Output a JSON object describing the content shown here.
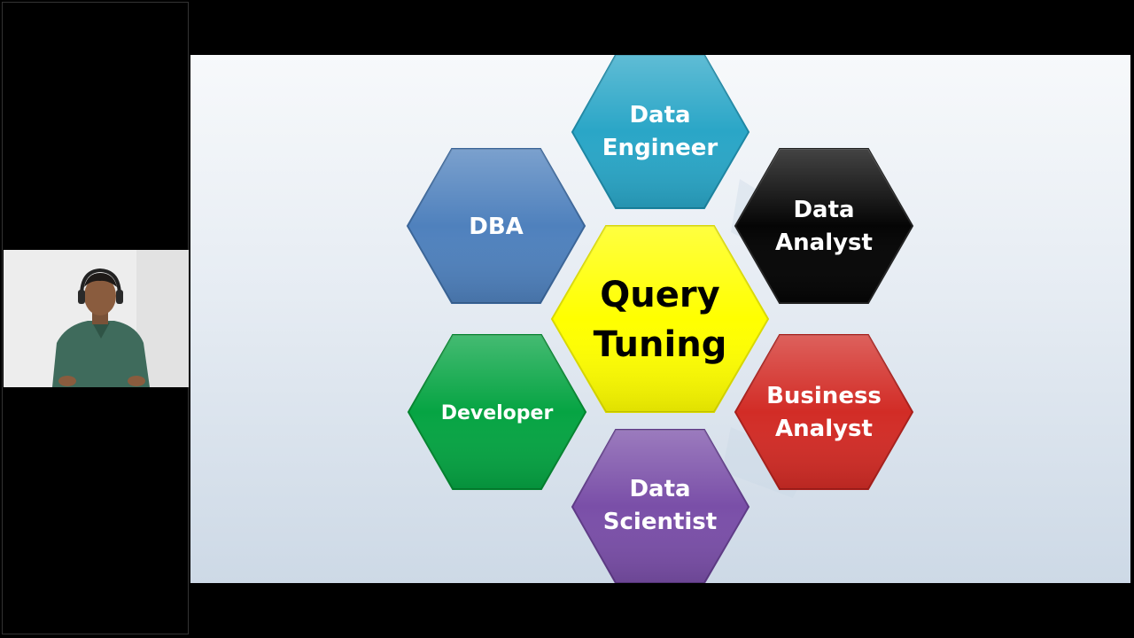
{
  "presenter": {
    "name_hidden": ""
  },
  "diagram": {
    "center": {
      "lines": [
        "Query",
        "Tuning"
      ],
      "color": "#ffff00",
      "text_color": "#000000"
    },
    "roles": [
      {
        "id": "data-engineer",
        "lines": [
          "Data",
          "Engineer"
        ],
        "color": "#2aa6c7",
        "text_color": "#ffffff"
      },
      {
        "id": "data-analyst",
        "lines": [
          "Data",
          "Analyst"
        ],
        "color": "#050505",
        "text_color": "#ffffff"
      },
      {
        "id": "business-analyst",
        "lines": [
          "Business",
          "Analyst"
        ],
        "color": "#d22c26",
        "text_color": "#ffffff"
      },
      {
        "id": "data-scientist",
        "lines": [
          "Data",
          "Scientist"
        ],
        "color": "#7a4fa8",
        "text_color": "#ffffff"
      },
      {
        "id": "developer",
        "lines": [
          "Developer"
        ],
        "color": "#06a443",
        "text_color": "#ffffff"
      },
      {
        "id": "dba",
        "lines": [
          "DBA"
        ],
        "color": "#4f81bd",
        "text_color": "#ffffff"
      }
    ]
  }
}
